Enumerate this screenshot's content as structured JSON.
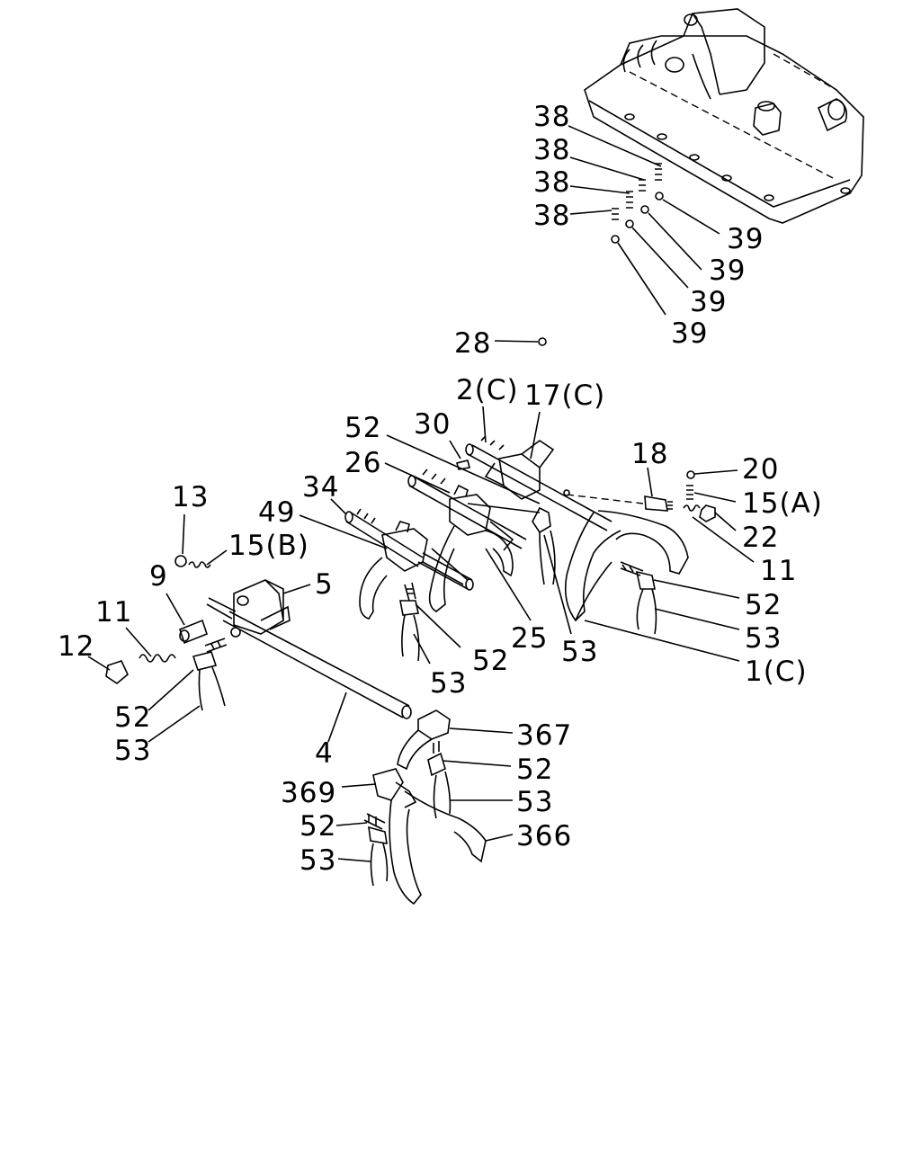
{
  "diagram": {
    "labels": {
      "l38a": "38",
      "l38b": "38",
      "l38c": "38",
      "l38d": "38",
      "l39a": "39",
      "l39b": "39",
      "l39c": "39",
      "l39d": "39",
      "l28": "28",
      "l2c": "2(C)",
      "l17c": "17(C)",
      "l52_top": "52",
      "l30": "30",
      "l26": "26",
      "l34": "34",
      "l49": "49",
      "l18": "18",
      "l20": "20",
      "l15a": "15(A)",
      "l22": "22",
      "l11r": "11",
      "l52r": "52",
      "l53r": "53",
      "l1c": "1(C)",
      "l13": "13",
      "l15b": "15(B)",
      "l9": "9",
      "l11l": "11",
      "l12": "12",
      "l5": "5",
      "l52c": "52",
      "l25": "25",
      "l53c": "53",
      "l53m": "53",
      "l52l": "52",
      "l53l": "53",
      "l4": "4",
      "l367": "367",
      "l52b": "52",
      "l53b": "53",
      "l369": "369",
      "l52bl": "52",
      "l53bl": "53",
      "l366": "366"
    }
  }
}
